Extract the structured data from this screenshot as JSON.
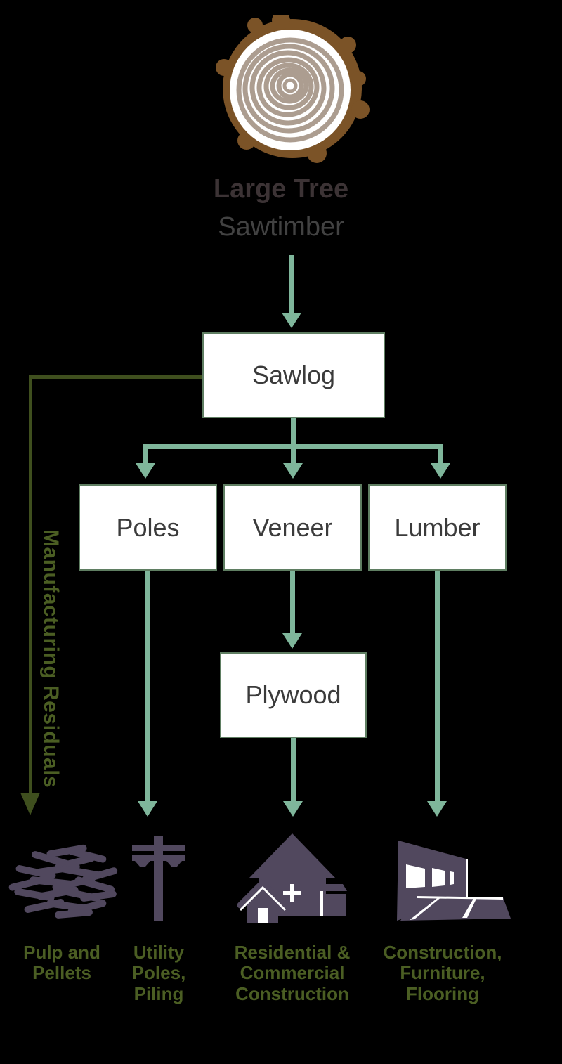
{
  "diagram": {
    "source": {
      "title": "Large Tree",
      "subtitle": "Sawtimber"
    },
    "nodes": {
      "sawlog": "Sawlog",
      "poles": "Poles",
      "veneer": "Veneer",
      "lumber": "Lumber",
      "plywood": "Plywood"
    },
    "residuals_path_label": "Manufacturing Residuals",
    "outputs": [
      {
        "id": "pulp-and-pellets",
        "icon": "wood-chips-icon",
        "label": "Pulp and\nPellets"
      },
      {
        "id": "utility-poles-piling",
        "icon": "utility-pole-icon",
        "label": "Utility\nPoles,\nPiling"
      },
      {
        "id": "residential-commercial-construction",
        "icon": "houses-icon",
        "label": "Residential &\nCommercial\nConstruction"
      },
      {
        "id": "construction-furniture-flooring",
        "icon": "building-flooring-icon",
        "label": "Construction,\nFurniture,\nFlooring"
      }
    ],
    "colors": {
      "arrow_green": "#7fb69b",
      "box_border_green": "#5f7e62",
      "olive_text": "#4b5e23",
      "olive_line": "#3f4f1e",
      "icon_purple": "#51485e",
      "bark_brown": "#7b5327",
      "ring_tan": "#ac9d90",
      "box_text": "#3b3b3b",
      "title_dark": "#3c3335",
      "subtitle_gray": "#424242"
    }
  }
}
